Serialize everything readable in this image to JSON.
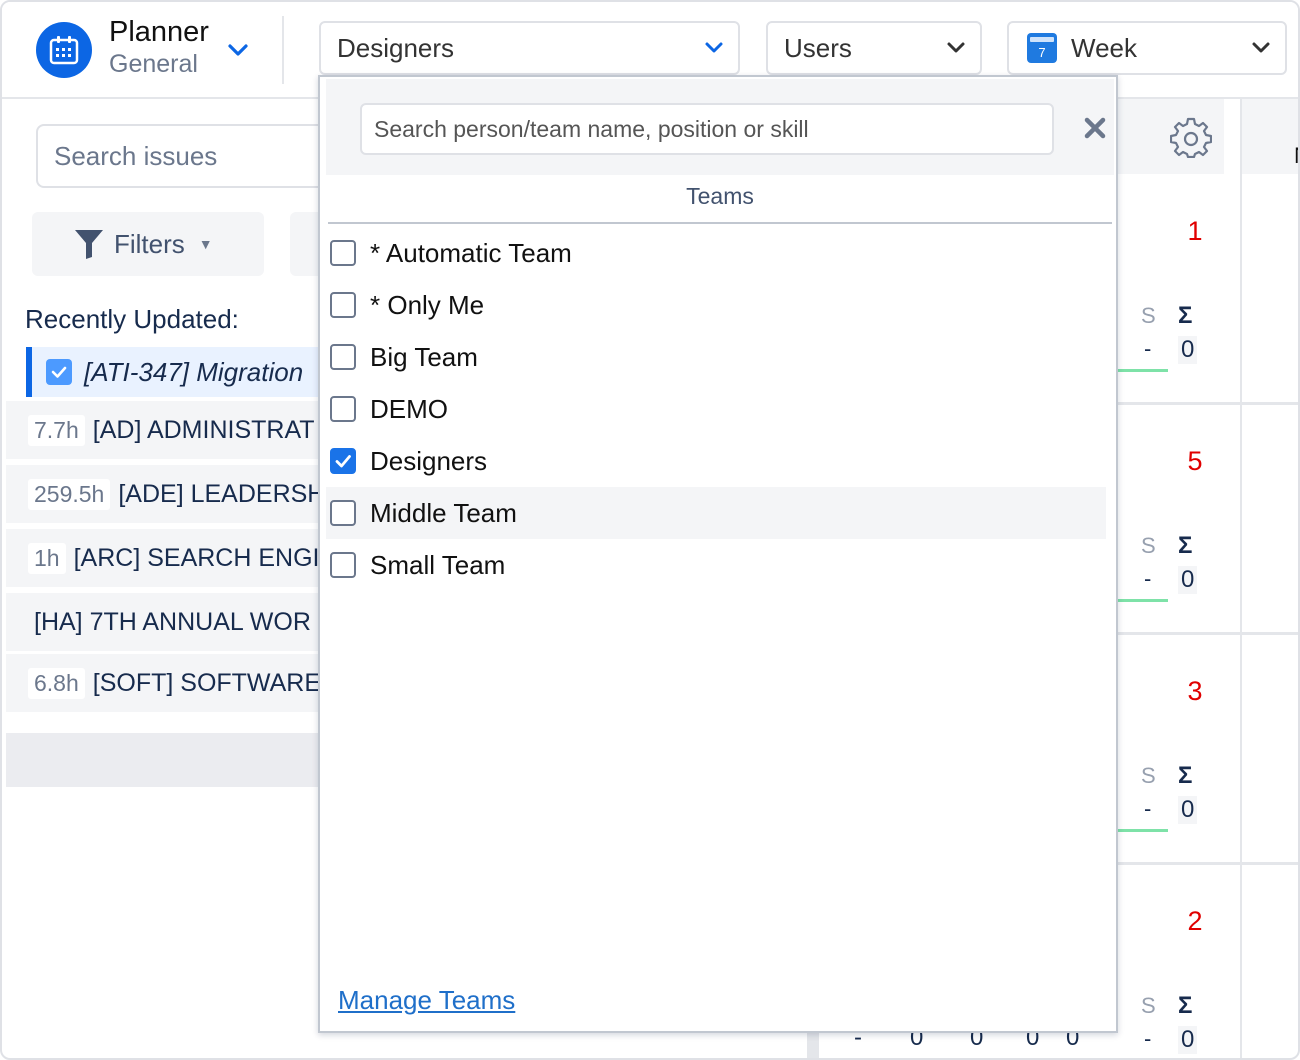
{
  "header": {
    "app_title": "Planner",
    "app_subtitle": "General",
    "team_select": "Designers",
    "view_select": "Users",
    "period_select": "Week",
    "period_icon_number": "7"
  },
  "left": {
    "search_placeholder": "Search issues",
    "filters_label": "Filters",
    "recent_label": "Recently Updated:",
    "recent_item": "[ATI-347] Migration",
    "projects": [
      {
        "hours": "7.7h",
        "name": "[AD] ADMINISTRAT"
      },
      {
        "hours": "259.5h",
        "name": "[ADE] LEADERSH"
      },
      {
        "hours": "1h",
        "name": "[ARC] SEARCH ENGI"
      },
      {
        "hours": "",
        "name": "[HA] 7TH ANNUAL WOR"
      },
      {
        "hours": "6.8h",
        "name": "[SOFT] SOFTWARE"
      }
    ]
  },
  "grid": {
    "column_header_partial": "N",
    "rows": [
      {
        "count": "1",
        "s_label": "S",
        "sum_label": "Σ",
        "s_value": "-",
        "sum_value": "0"
      },
      {
        "count": "5",
        "s_label": "S",
        "sum_label": "Σ",
        "s_value": "-",
        "sum_value": "0"
      },
      {
        "count": "3",
        "s_label": "S",
        "sum_label": "Σ",
        "s_value": "-",
        "sum_value": "0"
      },
      {
        "count": "2",
        "s_label": "S",
        "sum_label": "Σ",
        "s_value": "-",
        "sum_value": "0"
      }
    ],
    "bottom_values": [
      "-",
      "0",
      "0",
      "0",
      "0"
    ]
  },
  "dropdown": {
    "search_placeholder": "Search person/team name, position or skill",
    "section_title": "Teams",
    "teams": [
      {
        "label": "* Automatic Team",
        "checked": false
      },
      {
        "label": "* Only Me",
        "checked": false
      },
      {
        "label": "Big Team",
        "checked": false
      },
      {
        "label": "DEMO",
        "checked": false
      },
      {
        "label": "Designers",
        "checked": true
      },
      {
        "label": "Middle Team",
        "checked": false
      },
      {
        "label": "Small Team",
        "checked": false
      }
    ],
    "manage_link": "Manage Teams"
  },
  "colors": {
    "accent": "#0c66e4",
    "checkbox_checked": "#1a73e8",
    "count_red": "#e00000",
    "link": "#1f6fc9",
    "progress_green": "#7ee2a8"
  }
}
